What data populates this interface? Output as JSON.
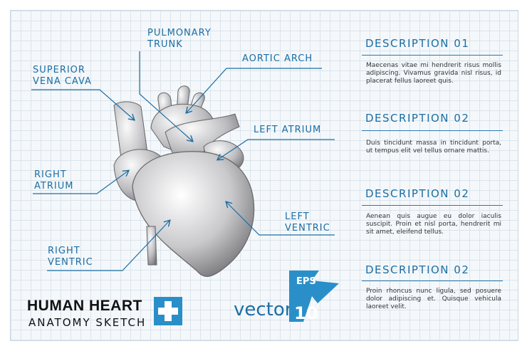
{
  "labels": {
    "pulmonary_trunk_1": "PULMONARY",
    "pulmonary_trunk_2": "TRUNK",
    "aortic_arch": "AORTIC ARCH",
    "superior_vena_cava_1": "SUPERIOR",
    "superior_vena_cava_2": "VENA CAVA",
    "left_atrium": "LEFT ATRIUM",
    "right_atrium_1": "RIGHT",
    "right_atrium_2": "ATRIUM",
    "left_ventric_1": "LEFT",
    "left_ventric_2": "VENTRIC",
    "right_ventric_1": "RIGHT",
    "right_ventric_2": "VENTRIC"
  },
  "descriptions": [
    {
      "title": "DESCRIPTION 01",
      "text": "Maecenas vitae mi hendrerit risus mollis adipiscing. Vivamus gravida nisl risus, id placerat fellus laoreet quis."
    },
    {
      "title": "DESCRIPTION 02",
      "text": "Duis tincidunt massa in tincidunt porta, ut tempus elit vel tellus ornare mattis."
    },
    {
      "title": "DESCRIPTION 02",
      "text": "Aenean quis augue eu dolor iaculis suscipit. Proin et nisl porta, hendrerit mi sit amet, eleifend tellus."
    },
    {
      "title": "DESCRIPTION 02",
      "text": "Proin rhoncus nunc ligula, sed posuere dolor adipiscing et. Quisque vehicula laoreet velit."
    }
  ],
  "footer": {
    "title": "HUMAN HEART",
    "subtitle": "ANATOMY SKETCH",
    "vector": "vector",
    "eps": "EPS",
    "eps_number": "10"
  },
  "colors": {
    "accent": "#1d6ea3",
    "cross": "#2a8fc8"
  },
  "icons": [
    "plus-cross-icon",
    "arrow-badge-icon"
  ]
}
